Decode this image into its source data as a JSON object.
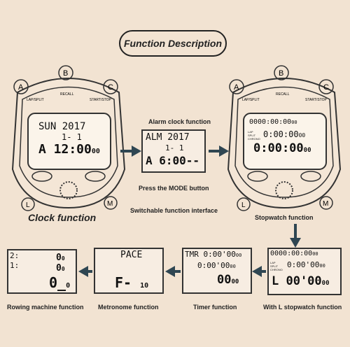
{
  "title": "Function Description",
  "watch_labels": {
    "a": "A",
    "b": "B",
    "c": "C",
    "l": "L",
    "m": "M",
    "lap_split": "LAP/SPLIT",
    "recall": "RECALL",
    "start_stop": "START/STOP"
  },
  "clock": {
    "l1": "SUN 2017",
    "l2": "1- 1",
    "l3": "A 12:00",
    "l3s": "00",
    "caption": "Clock function"
  },
  "alarm": {
    "top_caption": "Alarm clock function",
    "l1": "ALM 2017",
    "l2": "1- 1",
    "l3": "A 6:00--",
    "press_caption": "Press the MODE button",
    "switch_caption": "Switchable function interface"
  },
  "stopwatch": {
    "l1": "0000:00:00",
    "l1s": "00",
    "lap": "LAP",
    "split": "SPLIT",
    "chrono": "CHRONO",
    "l2": "0:00:00",
    "l2s": "00",
    "l3": "0:00:00",
    "l3s": "00",
    "caption": "Stopwatch function"
  },
  "l_stopwatch": {
    "l1": "0000:00:00",
    "l1s": "00",
    "lap": "LAP",
    "split": "SPLIT",
    "chrono": "CHRONO",
    "l2": "0:00'00",
    "l2s": "00",
    "l3": "L 00'00",
    "l3s": "00",
    "caption": "With L stopwatch function"
  },
  "timer": {
    "l1": "TMR 0:00'00",
    "l1s": "00",
    "l2": "0:00'00",
    "l2s": "00",
    "l3": "00",
    "l3s": "00",
    "caption": "Timer function"
  },
  "metronome": {
    "l1": "PACE",
    "l2": "F-",
    "l2s": "10",
    "caption": "Metronome function"
  },
  "rowing": {
    "r1a": "2:",
    "r1b": "0",
    "r1s": "0",
    "r2a": "1:",
    "r2b": "0",
    "r2s": "0",
    "r3": "0_",
    "r3s": "0",
    "caption": "Rowing machine function"
  },
  "colors": {
    "background": "#f2e3d2",
    "arrow": "#2f4652",
    "outline": "#333333"
  }
}
